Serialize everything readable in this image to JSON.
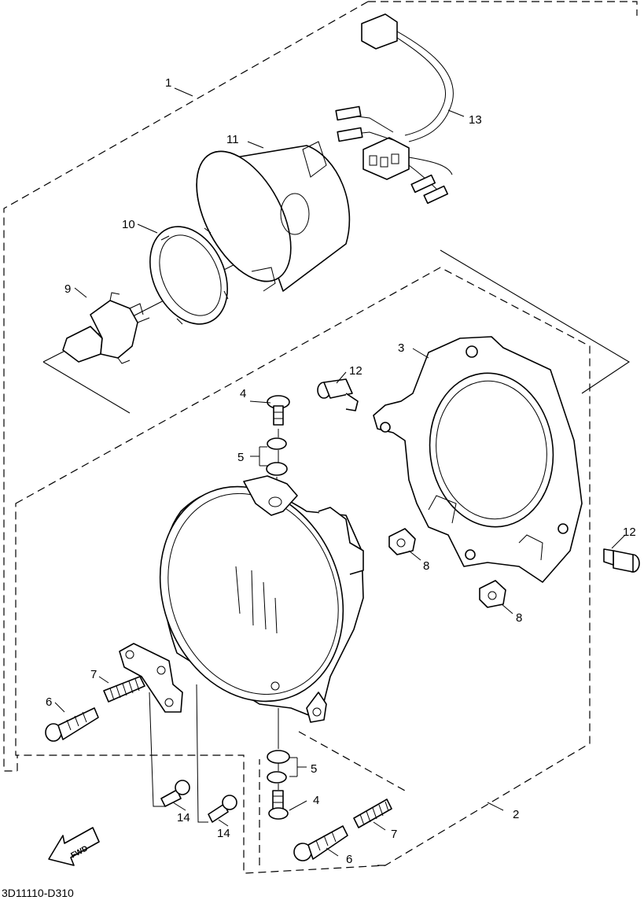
{
  "drawing_code": "3D11110-D310",
  "fwd_label": "FWD",
  "callouts": {
    "p1": "1",
    "p2": "2",
    "p3": "3",
    "p4a": "4",
    "p4b": "4",
    "p5a": "5",
    "p5b": "5",
    "p6a": "6",
    "p6b": "6",
    "p7a": "7",
    "p7b": "7",
    "p8a": "8",
    "p8b": "8",
    "p9": "9",
    "p10": "10",
    "p11": "11",
    "p12a": "12",
    "p12b": "12",
    "p13": "13",
    "p14a": "14",
    "p14b": "14"
  }
}
